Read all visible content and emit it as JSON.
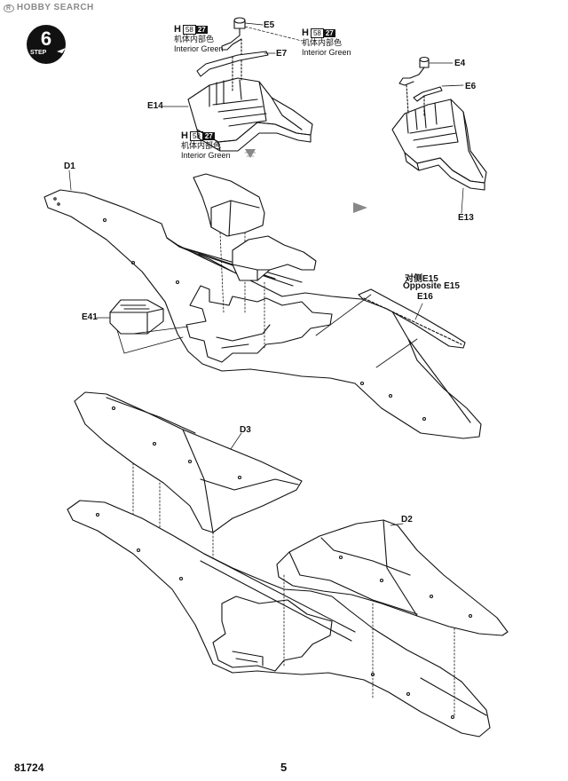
{
  "watermark": {
    "registered": "R",
    "text": "HOBBY SEARCH"
  },
  "step": {
    "number": "6",
    "label": "STEP"
  },
  "paint_callouts": [
    {
      "letter": "H",
      "code": "58",
      "number": "27",
      "zh": "机体内部色",
      "en": "Interior Green"
    },
    {
      "letter": "H",
      "code": "58",
      "number": "27",
      "zh": "机体内部色",
      "en": "Interior Green"
    },
    {
      "letter": "H",
      "code": "58",
      "number": "27",
      "zh": "机体内部色",
      "en": "Interior Green"
    }
  ],
  "parts": {
    "e5": "E5",
    "e7": "E7",
    "e14": "E14",
    "e4": "E4",
    "e6": "E6",
    "e13": "E13",
    "d1": "D1",
    "e41": "E41",
    "e16": "E16",
    "d3": "D3",
    "d2": "D2"
  },
  "opposite_note": {
    "zh": "对侧E15",
    "en": "Opposite E15"
  },
  "footer": {
    "code": "81724",
    "page": "5"
  }
}
